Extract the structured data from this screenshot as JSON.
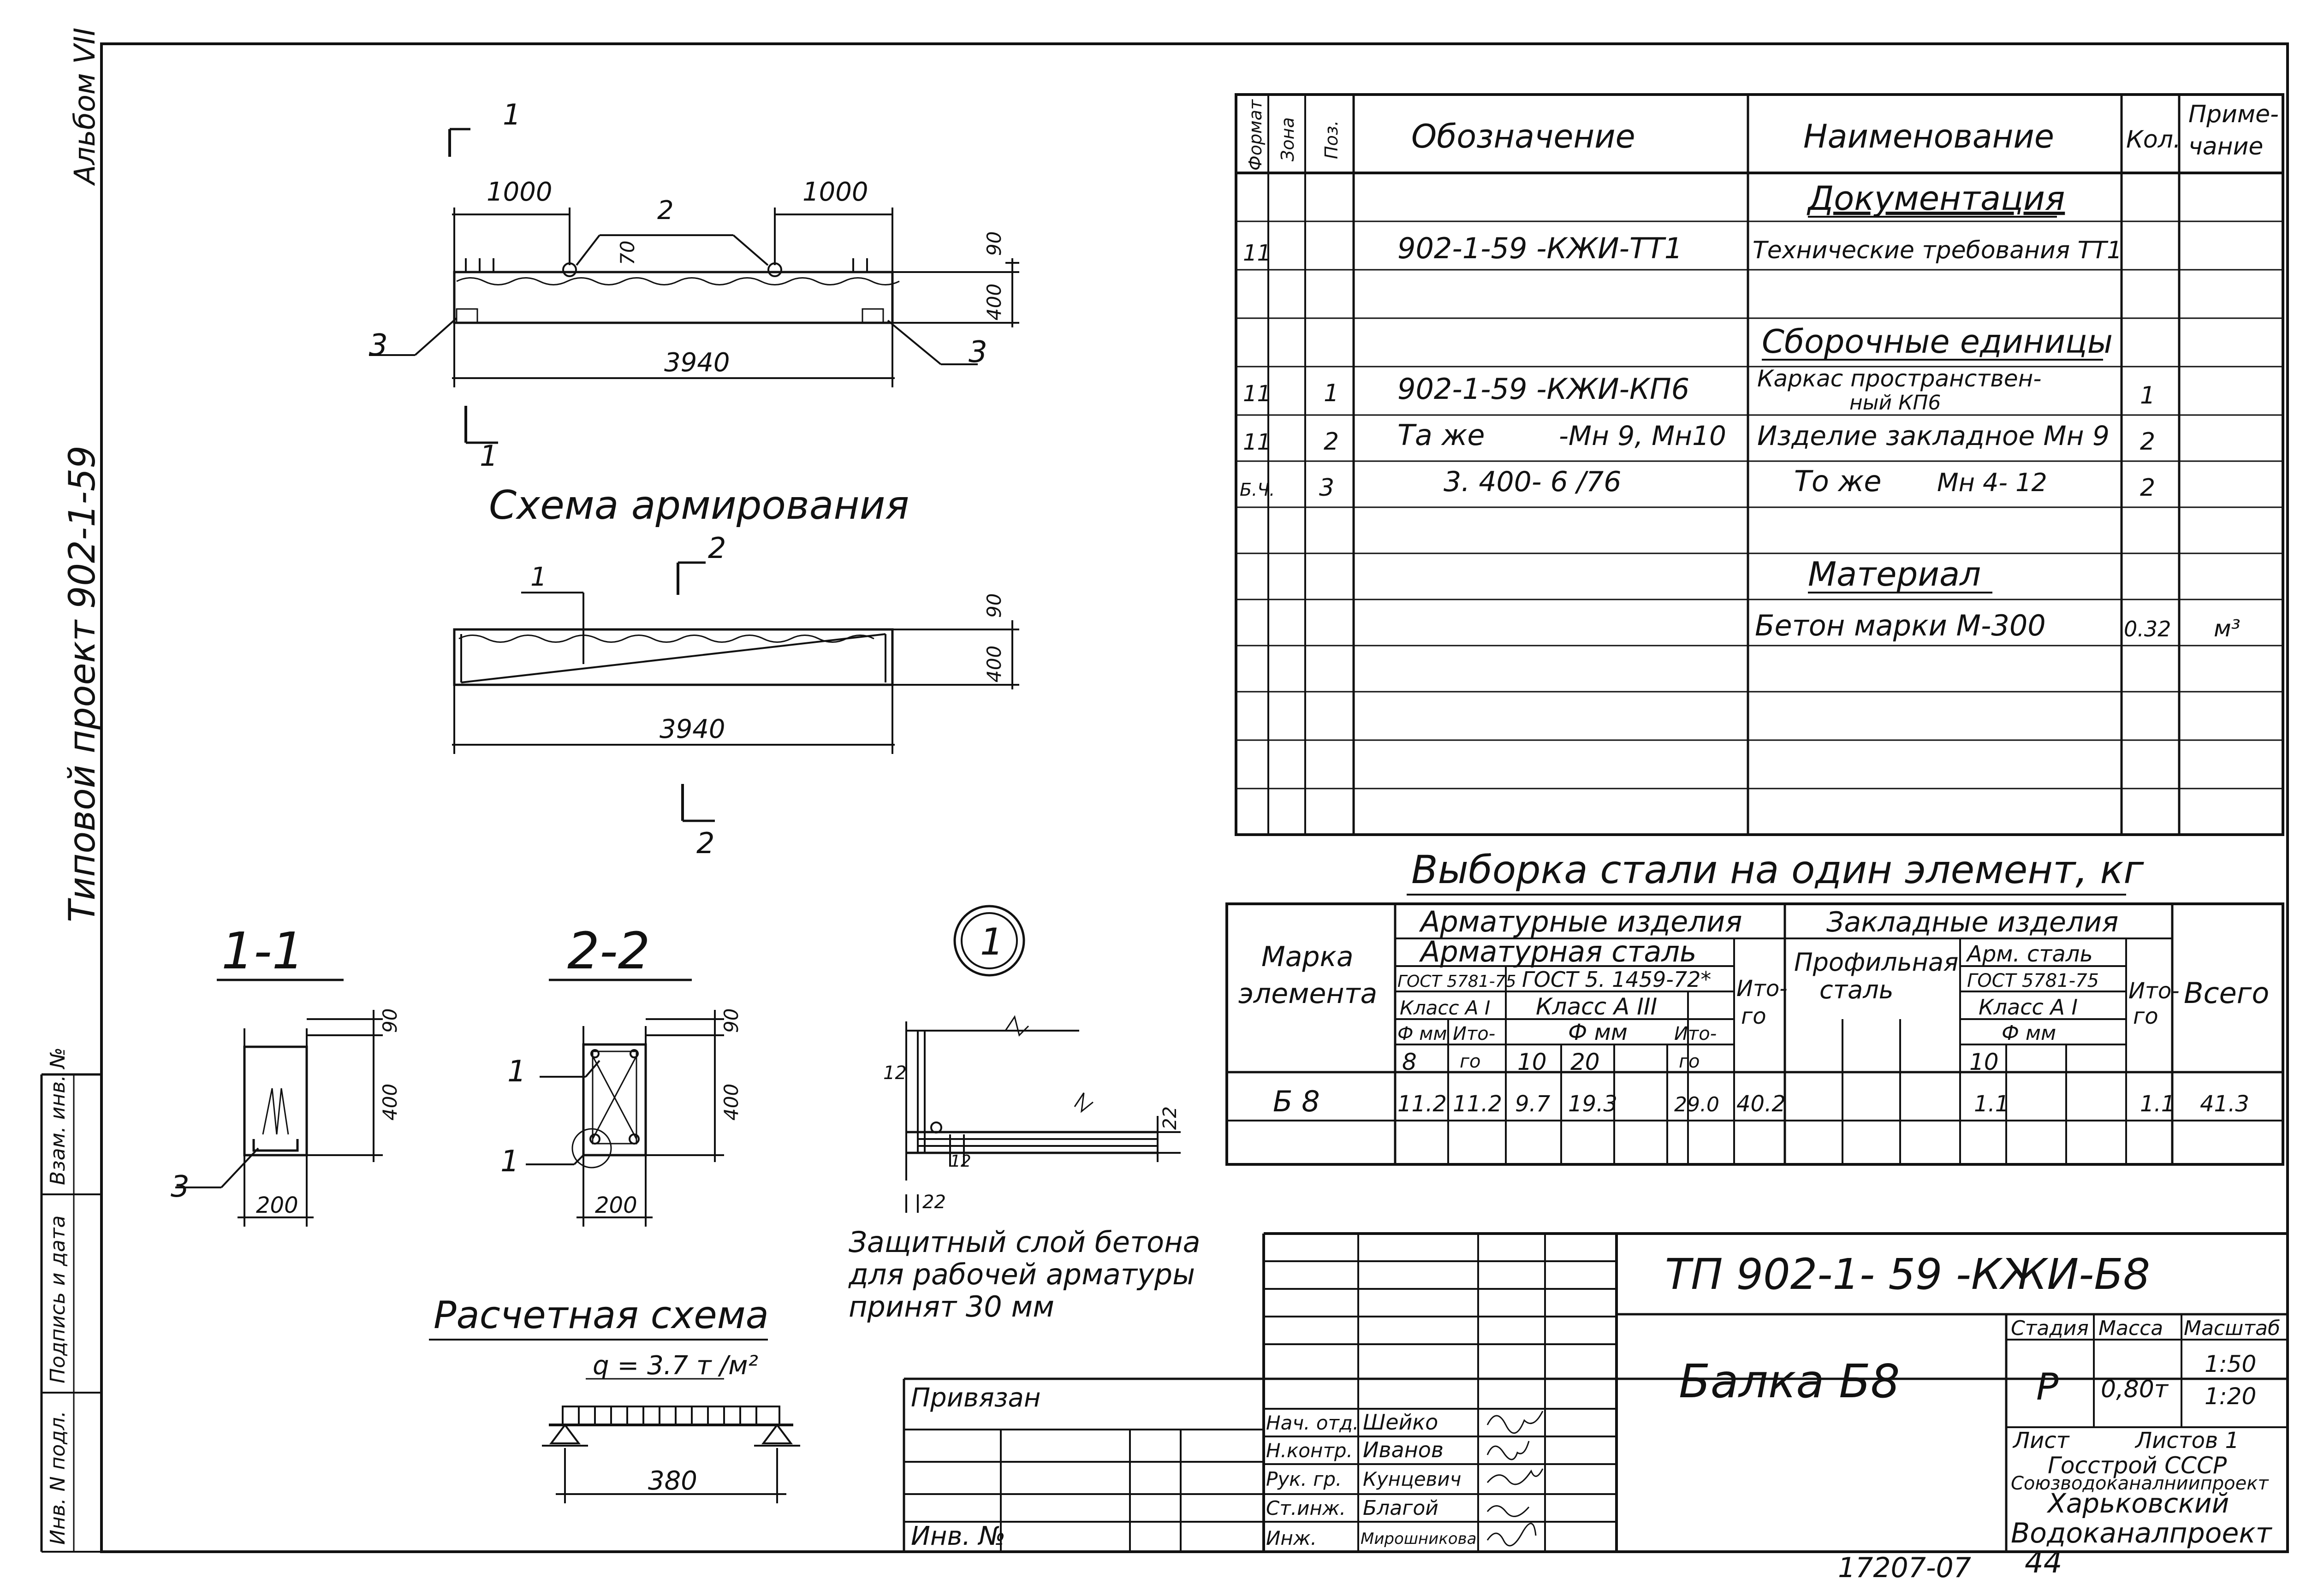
{
  "side": {
    "album": "Альбом VII",
    "project": "Типовой проект 902-1-59",
    "left_labels": [
      "Инв. N подл.",
      "Подпись и дата",
      "Взам. инв. №"
    ]
  },
  "spec": {
    "headers": [
      "Формат",
      "Зона",
      "Поз.",
      "Обозначение",
      "Наименование",
      "Кол.",
      "Приме-",
      "чание"
    ],
    "section_docs": "Документация",
    "section_units": "Сборочные единицы",
    "section_material": "Материал",
    "rows": [
      {
        "format": "11",
        "pos": "",
        "designation": "902-1-59 -КЖИ-ТТ1",
        "name": "Технические требования ТТ1",
        "qty": ""
      },
      {
        "format": "11",
        "pos": "1",
        "designation": "902-1-59 -КЖИ-КП6",
        "name": "Каркас пространствен-",
        "name2": "ный КП6",
        "qty": "1"
      },
      {
        "format": "11",
        "pos": "2",
        "designation": "Та же",
        "designation2": "-Мн 9, Мн10",
        "name": "Изделие закладное Мн 9",
        "qty": "2"
      },
      {
        "format": "Б.Ч.",
        "pos": "3",
        "designation": "3. 400- 6 /76",
        "name": "То же",
        "name2": "Мн 4- 12",
        "qty": "2"
      },
      {
        "format": "",
        "pos": "",
        "designation": "",
        "name": "Бетон марки М-300",
        "qty": "0.32",
        "note": "м³"
      }
    ]
  },
  "drawings": {
    "scheme_title": "Схема армирования",
    "calc_title": "Расчетная схема",
    "section_11": "1-1",
    "section_22": "2-2",
    "node_1": "1",
    "load": "q = 3.7 т /м²",
    "dims": {
      "d1000a": "1000",
      "d1000b": "1000",
      "d3940a": "3940",
      "d3940b": "3940",
      "d90": "90",
      "d400": "400",
      "d70": "70",
      "d200": "200",
      "d380": "380",
      "d12": "12",
      "d22": "22"
    },
    "marks": {
      "m1": "1",
      "m2": "2",
      "m3": "3"
    },
    "note_lines": [
      "Защитный слой бетона",
      "для рабочей арматуры",
      "принят 30 мм"
    ]
  },
  "steel": {
    "title": "Выборка стали на один элемент, кг",
    "col_mark": [
      "Марка",
      "элемента"
    ],
    "arm_products": "Арматурные изделия",
    "arm_steel": "Арматурная сталь",
    "gost1": "ГОСТ 5781-75",
    "gost2": "ГОСТ 5. 1459-72*",
    "class1": "Класс А I",
    "class2": "Класс А III",
    "phi": "Ф мм",
    "phi2": "Ф мм",
    "itogo": "Ито-",
    "itogo2": "го",
    "emb_products": "Закладные изделия",
    "prof_steel": [
      "Профильная",
      "сталь"
    ],
    "arm_steel2": [
      "Арм. сталь",
      "ГОСТ 5781-75"
    ],
    "class3": "Класс А I",
    "total": "Всего",
    "diam": [
      "8",
      "10",
      "20",
      "10"
    ],
    "row": {
      "mark": "Б 8",
      "v8": "11.2",
      "it1": "11.2",
      "v10": "9.7",
      "v20": "19.3",
      "it2": "29.0",
      "it3": "40.2",
      "e10": "1.1",
      "eit": "1.1",
      "total": "41.3"
    }
  },
  "title_block": {
    "code": "ТП 902-1-  59    -КЖИ-Б8",
    "name": "Балка Б8",
    "stage_h": "Стадия",
    "mass_h": "Масса",
    "scale_h": "Масштаб",
    "stage": "Р",
    "mass": "0,80т",
    "scale": "1:50",
    "scale2": "1:20",
    "sheet": "Лист",
    "sheets": "Листов  1",
    "org": [
      "Госстрой СССР",
      "Союзводоканалниипроект",
      "Харьковский",
      "Водоканалпроект"
    ],
    "bound": "Привязан",
    "inv": "Инв. №",
    "people": [
      {
        "role": "Нач. отд.",
        "name": "Шейко"
      },
      {
        "role": "Н.контр.",
        "name": "Иванов"
      },
      {
        "role": "Рук. гр.",
        "name": "Кунцевич"
      },
      {
        "role": "Ст.инж.",
        "name": "Благой"
      },
      {
        "role": "Инж.",
        "name": "Мирошникова"
      }
    ],
    "stamp_num": "17207-07",
    "page": "44"
  }
}
